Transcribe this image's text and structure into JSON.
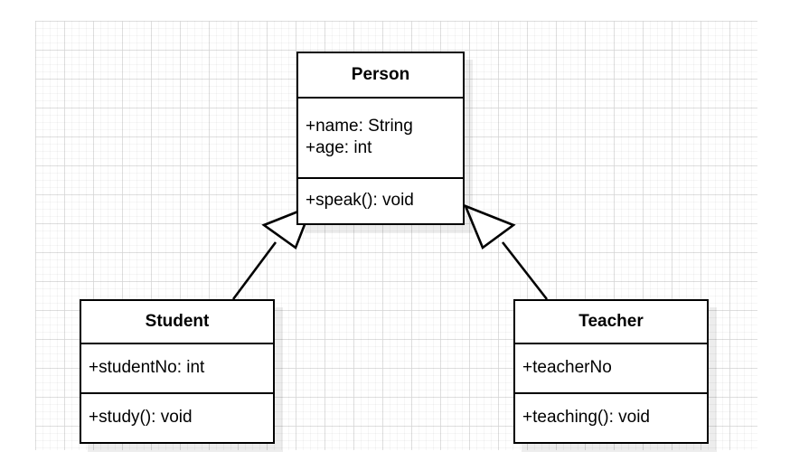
{
  "diagram": {
    "type": "uml-class-diagram",
    "title": "",
    "background": {
      "color": "#ffffff",
      "grid_color": "#e6e6e6",
      "grid_size": 32
    },
    "style": {
      "box_fill": "#ffffff",
      "box_stroke": "#000000",
      "shadow_color": "#ececec",
      "text_color": "#000000"
    },
    "classes": [
      {
        "id": "person",
        "name": "Person",
        "attributes": [
          "+name: String",
          "+age: int"
        ],
        "operations": [
          "+speak(): void"
        ]
      },
      {
        "id": "student",
        "name": "Student",
        "attributes": [
          "+studentNo: int"
        ],
        "operations": [
          "+study(): void"
        ]
      },
      {
        "id": "teacher",
        "name": "Teacher",
        "attributes": [
          "+teacherNo"
        ],
        "operations": [
          "+teaching(): void"
        ]
      }
    ],
    "relationships": [
      {
        "id": "student-extends-person",
        "kind": "generalization",
        "label": "",
        "from": "Student",
        "to": "Person",
        "arrow": "hollow-triangle"
      },
      {
        "id": "teacher-extends-person",
        "kind": "generalization",
        "label": "",
        "from": "Teacher",
        "to": "Person",
        "arrow": "hollow-triangle"
      }
    ]
  }
}
